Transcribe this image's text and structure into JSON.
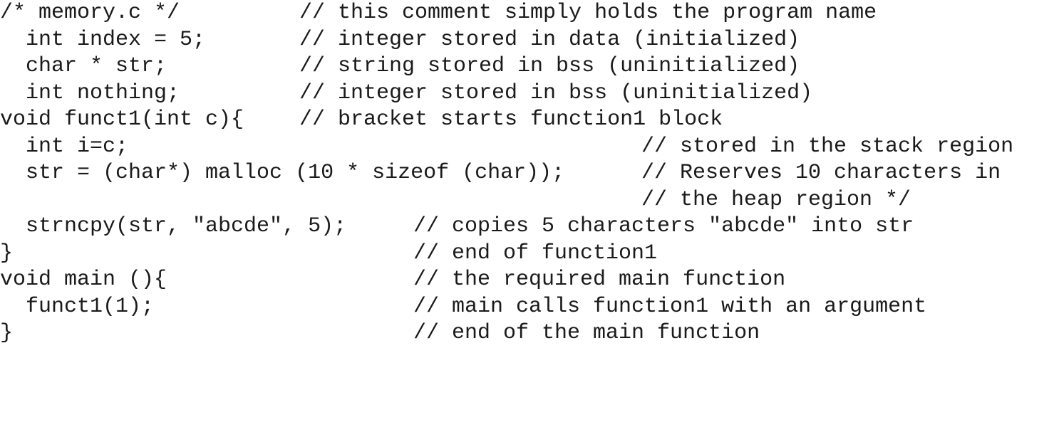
{
  "lines": [
    {
      "code": "/* memory.c */",
      "comment": "// this comment simply holds the program name"
    },
    {
      "code": "  int index = 5;",
      "comment": "// integer stored in data (initialized)"
    },
    {
      "code": "  char * str;",
      "comment": "// string stored in bss (uninitialized)"
    },
    {
      "code": "  int nothing;",
      "comment": "// integer stored in bss (uninitialized)"
    },
    {
      "code": "void funct1(int c){",
      "comment": "// bracket starts function1 block"
    },
    {
      "code": "  int i=c;",
      "comment": "// stored in the stack region"
    },
    {
      "code": "  str = (char*) malloc (10 * sizeof (char));",
      "comment": "// Reserves 10 characters in"
    },
    {
      "code": "",
      "comment": "// the heap region */"
    },
    {
      "code": "  strncpy(str, \"abcde\", 5);",
      "comment": "// copies 5 characters \"abcde\" into str"
    },
    {
      "code": "}",
      "comment": "// end of function1"
    },
    {
      "code": "void main (){",
      "comment": "// the required main function"
    },
    {
      "code": "  funct1(1);",
      "comment": "// main calls function1 with an argument"
    },
    {
      "code": "}",
      "comment": "// end of the main function"
    }
  ]
}
